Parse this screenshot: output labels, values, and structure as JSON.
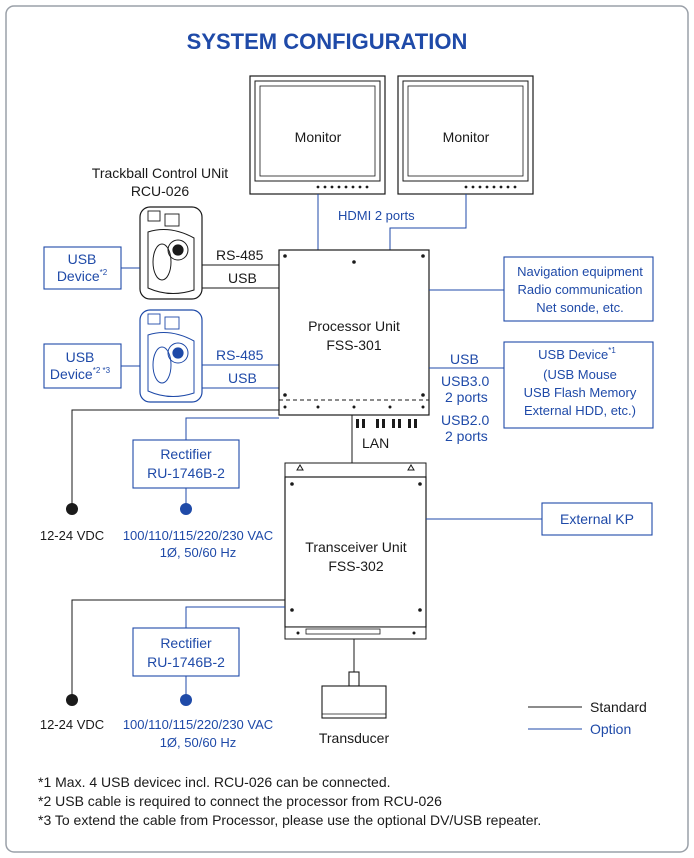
{
  "title": "SYSTEM CONFIGURATION",
  "colors": {
    "accent": "#1f4aa8",
    "standard": "#1a1a1a",
    "option": "#1f4aa8",
    "frame": "#9aa0a8"
  },
  "monitors": [
    {
      "label": "Monitor"
    },
    {
      "label": "Monitor"
    }
  ],
  "hdmi_label": "HDMI 2 ports",
  "trackball": {
    "title": "Trackball Control UNit",
    "model": "RCU-026"
  },
  "usb_device_1": {
    "line1": "USB",
    "line2": "Device",
    "sup": "*2"
  },
  "usb_device_2": {
    "line1": "USB",
    "line2": "Device",
    "sup": "*2 *3"
  },
  "rs485_std": "RS-485",
  "usb_std": "USB",
  "rs485_opt": "RS-485",
  "usb_opt": "USB",
  "processor": {
    "line1": "Processor Unit",
    "line2": "FSS-301"
  },
  "nav_box": {
    "line1": "Navigation equipment",
    "line2": "Radio communication",
    "line3": "Net sonde, etc."
  },
  "usb_label": "USB",
  "usb30": {
    "line1": "USB3.0",
    "line2": "2 ports"
  },
  "usb20": {
    "line1": "USB2.0",
    "line2": "2 ports"
  },
  "usb_device_box": {
    "line1": "USB Device",
    "sup": "*1",
    "line2": "(USB Mouse",
    "line3": "USB Flash Memory",
    "line4": "External HDD, etc.)"
  },
  "lan_label": "LAN",
  "rectifier_1": {
    "line1": "Rectifier",
    "line2": "RU-1746B-2"
  },
  "rectifier_2": {
    "line1": "Rectifier",
    "line2": "RU-1746B-2"
  },
  "power_1": {
    "dc": "12-24 VDC",
    "ac": "100/110/115/220/230 VAC",
    "phase": "1Ø, 50/60 Hz"
  },
  "power_2": {
    "dc": "12-24 VDC",
    "ac": "100/110/115/220/230 VAC",
    "phase": "1Ø, 50/60 Hz"
  },
  "transceiver": {
    "line1": "Transceiver Unit",
    "line2": "FSS-302"
  },
  "external_kp": "External KP",
  "transducer": "Transducer",
  "legend": {
    "standard": "Standard",
    "option": "Option"
  },
  "notes": [
    "*1  Max. 4 USB devicec incl. RCU-026 can be connected.",
    "*2  USB cable is required to connect the processor from RCU-026",
    "*3  To extend the cable from Processor, please use the optional DV/USB repeater."
  ]
}
